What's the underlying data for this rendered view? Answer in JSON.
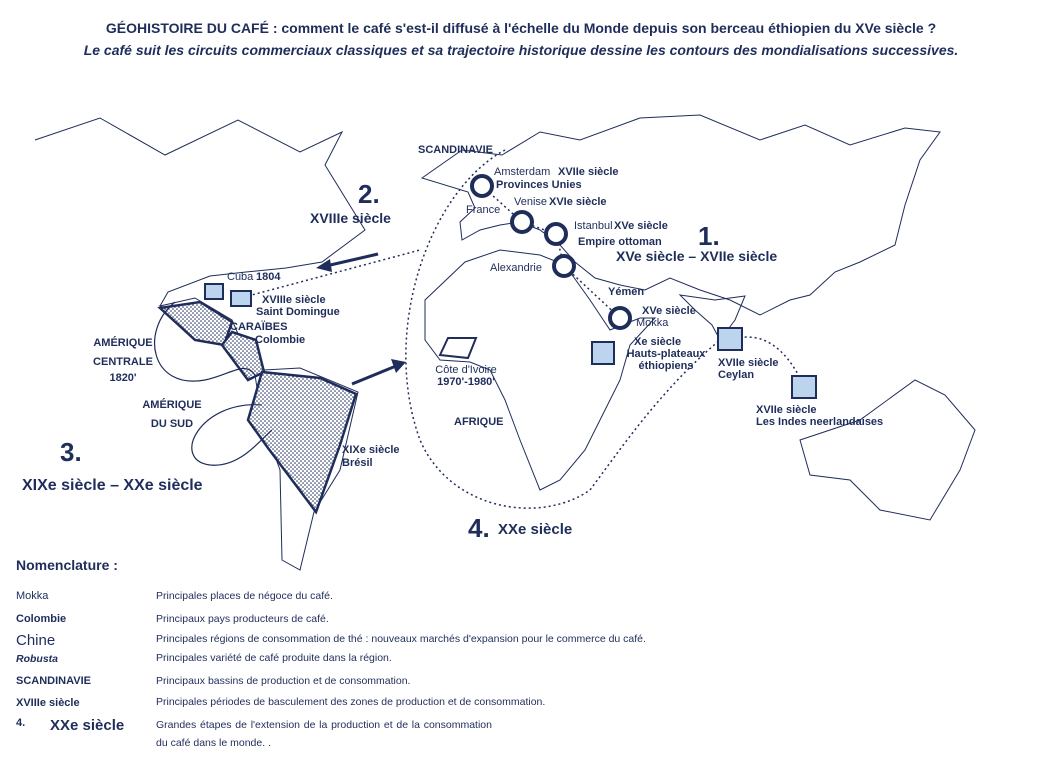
{
  "title": "GÉOHISTOIRE DU CAFÉ : comment le café s'est-il diffusé à l'échelle du Monde depuis son berceau éthiopien du XVe siècle ?",
  "subtitle": "Le café suit les circuits commerciaux classiques et sa trajectoire historique dessine les contours des mondialisations successives.",
  "colors": {
    "ink": "#1f2d5a",
    "region_fill": "#bcd4ee"
  },
  "labels": {
    "scandinavie": "SCANDINAVIE",
    "amsterdam": "Amsterdam",
    "amsterdam_period": "XVIIe siècle",
    "provinces_unies": "Provinces Unies",
    "france": "France",
    "venise": "Venise",
    "venise_period": "XVIe siècle",
    "istanbul": "Istanbul",
    "istanbul_period": "XVe siècle",
    "empire_ottoman": "Empire ottoman",
    "alexandrie": "Alexandrie",
    "yemen": "Yémen",
    "mokka_period": "XVe siècle",
    "mokka": "Mokka",
    "ethiopie_period": "Xe siècle",
    "hauts_plateaux": "Hauts-plateaux éthiopiens",
    "ceylan_period": "XVIIe siècle",
    "ceylan": "Ceylan",
    "indes_period": "XVIIe siècle",
    "indes": "Les Indes neerlandaises",
    "cuba": "Cuba",
    "cuba_year": "1804",
    "st_domingue_period": "XVIIIe siècle",
    "st_domingue": "Saint Domingue",
    "caraibes": "CARAÏBES",
    "colombie": "Colombie",
    "amerique_centrale": "AMÉRIQUE CENTRALE",
    "amerique_centrale_year": "1820'",
    "amerique_sud": "AMÉRIQUE DU SUD",
    "bresil_period": "XIXe siècle",
    "bresil": "Brésil",
    "cote_ivoire": "Côte d'Ivoire",
    "cote_ivoire_years": "1970'-1980'",
    "afrique": "AFRIQUE"
  },
  "stages": [
    {
      "number": "1.",
      "text": "XVe siècle – XVIIe siècle"
    },
    {
      "number": "2.",
      "text": "XVIIIe siècle"
    },
    {
      "number": "3.",
      "text": "XIXe siècle – XXe siècle"
    },
    {
      "number": "4.",
      "text": "XXe siècle"
    }
  ],
  "legend": {
    "title": "Nomenclature :",
    "items": [
      {
        "key": "Mokka",
        "desc": "Principales places de négoce du café."
      },
      {
        "key": "Colombie",
        "desc": "Principaux pays producteurs de café."
      },
      {
        "key": "Chine",
        "desc": "Principales régions de consommation de thé : nouveaux marchés d'expansion pour le commerce du café."
      },
      {
        "key": "Robusta",
        "desc": "Principales variété de café produite dans la région."
      },
      {
        "key": "SCANDINAVIE",
        "desc": "Principaux bassins de production et de consommation."
      },
      {
        "key": "XVIIIe siècle",
        "desc": "Principales périodes de basculement des zones de production et de consommation."
      },
      {
        "key_number": "4.",
        "key": "XXe siècle",
        "desc": "Grandes étapes de l'extension de la production et de la consommation du café dans le monde. ."
      }
    ]
  }
}
